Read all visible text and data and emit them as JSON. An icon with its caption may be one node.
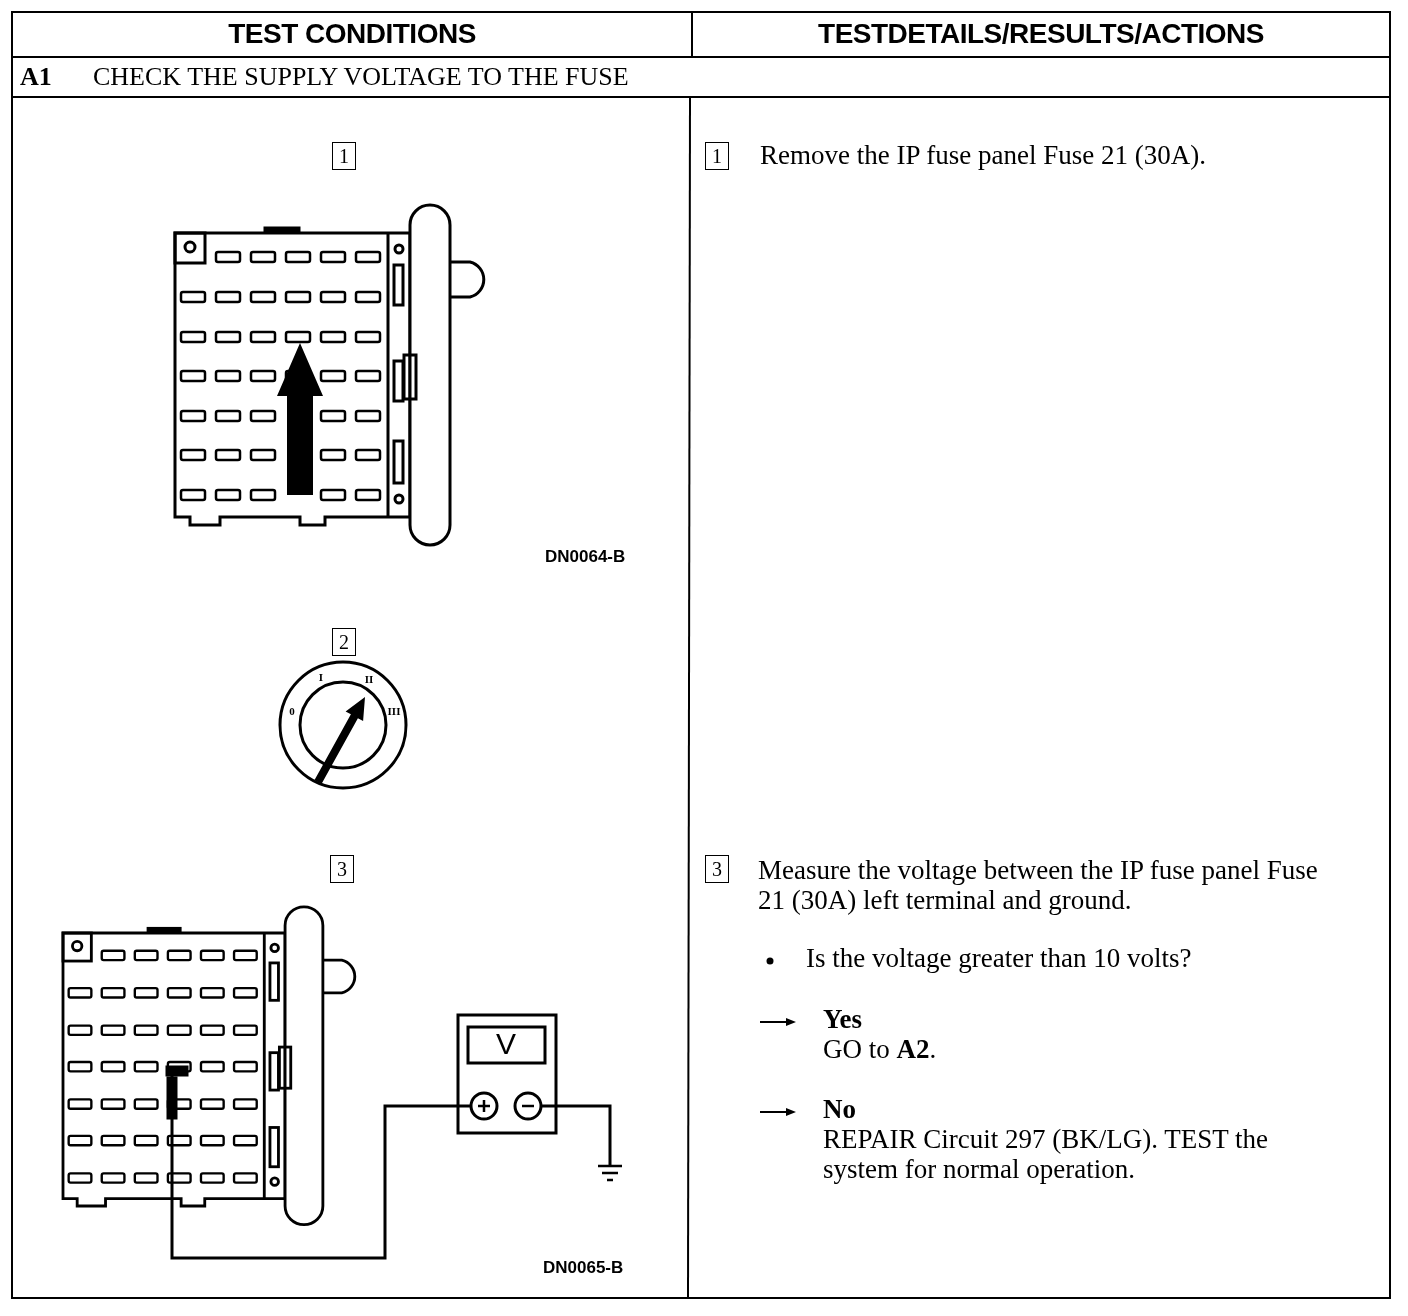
{
  "diagram": {
    "labels": [
      "TEST CONDITIONS",
      "TESTDETAILS/RESULTS/ACTIONS",
      "A1",
      "CHECK THE SUPPLY VOLTAGE TO THE FUSE",
      "1",
      "DN0064-B",
      "2",
      "0",
      "I",
      "II",
      "III",
      "3",
      "V",
      "DN0065-B",
      "1",
      "Remove the IP fuse panel Fuse 21 (30A).",
      "3",
      "Measure the voltage between the IP fuse panel Fuse 21 (30A) left terminal and ground.",
      "Is the voltage greater than 10 volts?",
      "Yes",
      "GO to **A2**.",
      "No",
      "REPAIR Circuit 297 (BK/LG). TEST the system for normal operation."
    ]
  }
}
